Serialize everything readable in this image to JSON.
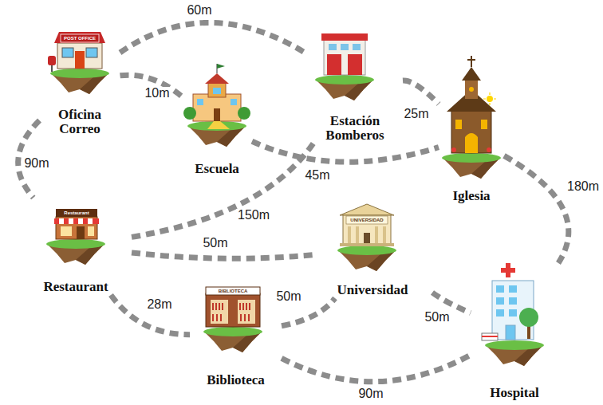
{
  "diagram": {
    "nodes": [
      {
        "text": [
          "Oficina Correo"
        ]
      },
      {
        "text": [
          "Escuela"
        ]
      },
      {
        "text": [
          "Estación Bomberos"
        ]
      },
      {
        "text": [
          "Iglesia"
        ]
      },
      {
        "text": [
          "Restaurant"
        ]
      },
      {
        "text": [
          "Universidad"
        ]
      },
      {
        "text": [
          "Biblioteca"
        ]
      },
      {
        "text": [
          "Hospital"
        ]
      }
    ],
    "edges": [
      {
        "from": 0,
        "to": 2,
        "label": "60m",
        "arrow": "none"
      },
      {
        "from": 0,
        "to": 1,
        "label": "10m",
        "arrow": "none"
      },
      {
        "from": 0,
        "to": 4,
        "label": "90m",
        "arrow": "none"
      },
      {
        "from": 2,
        "to": 3,
        "label": "25m",
        "arrow": "none"
      },
      {
        "from": 1,
        "to": 3,
        "label": "45m",
        "arrow": "none"
      },
      {
        "from": 2,
        "to": 4,
        "label": "150m",
        "arrow": "none"
      },
      {
        "from": 4,
        "to": 5,
        "label": "50m",
        "arrow": "none"
      },
      {
        "from": 4,
        "to": 6,
        "label": "28m",
        "arrow": "none"
      },
      {
        "from": 6,
        "to": 5,
        "label": "50m",
        "arrow": "none"
      },
      {
        "from": 5,
        "to": 7,
        "label": "50m",
        "arrow": "none"
      },
      {
        "from": 6,
        "to": 7,
        "label": "90m",
        "arrow": "none"
      },
      {
        "from": 3,
        "to": 7,
        "label": "180m",
        "arrow": "none"
      }
    ],
    "labels": [
      "POST OFFICE",
      "Restaurant",
      "UNIVERSIDAD",
      "BIBLIOTECA"
    ]
  }
}
